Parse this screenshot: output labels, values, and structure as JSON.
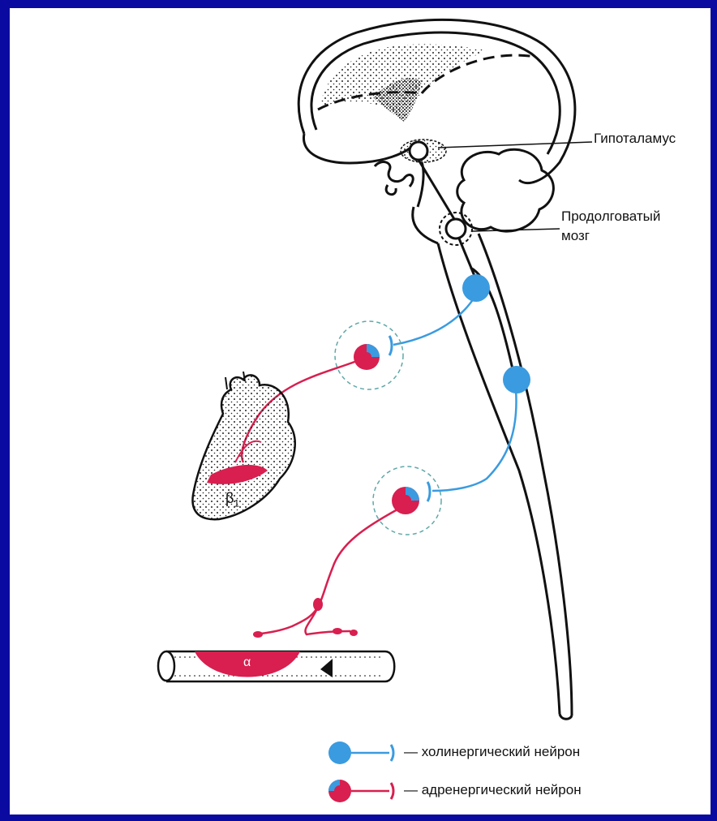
{
  "labels": {
    "hypothalamus": "Гипоталамус",
    "medulla_line1": "Продолговатый",
    "medulla_line2": "мозг",
    "beta1": "β",
    "beta1_sub": "1",
    "alpha": "α"
  },
  "legend": {
    "cholinergic": "— холинергический нейрон",
    "adrenergic": "— адренергический нейрон"
  },
  "colors": {
    "cholinergic": "#3a9be0",
    "adrenergic": "#d81f4f",
    "background": "#0a0aa0"
  }
}
